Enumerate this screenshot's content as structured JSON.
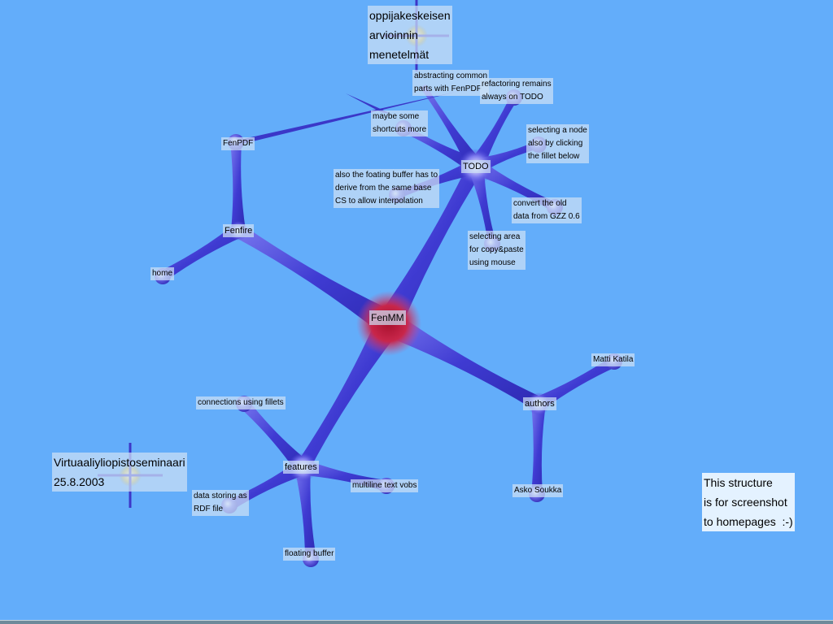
{
  "colors": {
    "background": "#63adfa",
    "node_fillet": "#4c46d8",
    "center_node": "#c21e3a",
    "label_bg": "#cde1f5"
  },
  "nodes": {
    "fenmm": "FenMM",
    "todo": "TODO",
    "fenfire": "Fenfire",
    "fenpdf": "FenPDF",
    "home": "home",
    "features": "features",
    "authors": "authors",
    "matti": "Matti Katila",
    "asko": "Asko Soukka",
    "connections": "connections using fillets",
    "multiline": "multiline text vobs",
    "floating": "floating buffer",
    "rdf": "data storing as\nRDF file",
    "abstracting": "abstracting common\nparts with FenPDF",
    "refactoring": "refactoring remains\nalways on TODO",
    "selecting_node": "selecting a node\nalso by clicking\nthe fillet below",
    "convert": "convert the old\ndata from GZZ 0.6",
    "selecting_area": "selecting area\nfor copy&paste\nusing mouse",
    "foating": "also the foating buffer has to\nderive from the same base\nCS to allow interpolation",
    "shortcuts": "maybe some\nshortcuts more",
    "oppija": "oppijakeskeisen\narvioinnin\nmenetelmät",
    "seminaari": "Virtuaaliyliopistoseminaari\n25.8.2003"
  },
  "note": "This structure\nis for screenshot\nto homepages  :-)"
}
